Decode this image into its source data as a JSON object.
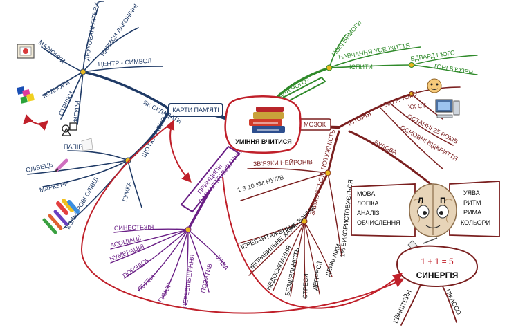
{
  "center": {
    "label": "УМІННЯ ВЧИТИСЯ"
  },
  "colors": {
    "navy": "#1f3a66",
    "green": "#2f8a2a",
    "maroon": "#7a1f1f",
    "purple": "#6a1f86",
    "red": "#c0202a",
    "node": "#e8b820"
  },
  "karty": {
    "label": "КАРТИ ПАМ'ЯТІ",
    "scho_potribno": {
      "label": "ЩО ПОТРІБНО",
      "items": [
        "ПАПІР",
        "ОЛІВЕЦЬ",
        "МАРКЕРИ",
        "КОЛЬОРОВІ ОЛІВЦІ",
        "ГУМКА"
      ]
    },
    "yak_skladaty": {
      "label": "ЯК СКЛАДАТИ",
      "items": [
        "ДРУКОВАНІ ЛІТЕРИ",
        "НАПИСИ ЛАКОНІЧНІ",
        "ЦЕНТР - СИМВОЛ",
        "МАЛЮНКИ",
        "КОЛЬОРИ",
        "СТРІЛКИ",
        "ФІГУРИ"
      ]
    }
  },
  "dlia_choho": {
    "label": "ДЛЯ ЧОГО?",
    "items": [
      "НОВІ ВИМОГИ",
      "НАВЧАННЯ УСЕ ЖИТТЯ",
      "ІСПИТИ",
      "ЕДВАРД Г'ЮГС",
      "ТОНІ Б'ЮЗЕН"
    ]
  },
  "mozok": {
    "label": "МОЗОК",
    "istoriia": {
      "label": "ІСТОРІЯ",
      "items": [
        "500 Р. ТОМУ",
        "XX СТ.",
        "ОСТАННІ 25 РОКІВ",
        "ОСНОВНІ ВІДКРИТТЯ"
      ]
    },
    "potuzhnist": {
      "label": "ПОТУЖНІСТЬ",
      "items": [
        "ЗВ'ЯЗКИ НЕЙРОНІВ",
        "1 З 10 КМ НУЛІВ"
      ]
    },
    "znyzhuietsia": {
      "label": "ЗНИЖУЄТЬСЯ",
      "items": [
        "ПЕРЕВАНТАЖЕННЯ",
        "НЕПРАВИЛЬНЕ ХАРЧУВАННЯ",
        "НЕДОСИПАННЯ",
        "БЕЗДІЯЛЬНІСТЬ",
        "СТРЕСИ",
        "ДЕПРЕСІЇ",
        "ДЕЯКІ ЛІКИ",
        "1% ВИКОРИСТОВУЄТЬСЯ"
      ]
    },
    "budova": {
      "label": "БУДОВА",
      "left_label": "Л",
      "right_label": "П",
      "left_items": [
        "МОВА",
        "ЛОГІКА",
        "АНАЛІЗ",
        "ОБЧИСЛЕННЯ"
      ],
      "right_items": [
        "УЯВА",
        "РИТМ",
        "РИМА",
        "КОЛЬОРИ"
      ]
    }
  },
  "synerhiia": {
    "equation": "1 + 1 = 5",
    "label": "СИНЕРГІЯ",
    "items": [
      "ЕЙНШТЕЙН",
      "ПІКАССО"
    ]
  },
  "pryntsypy": {
    "label_line1": "ПРИНЦИПИ",
    "label_line2": "ЗАПАМ'ЯТОВУВАННЯ",
    "items": [
      "СИНЕСТЕЗІЯ",
      "АСОЦІАЦІЇ",
      "НУМЕРАЦІЯ",
      "ПОРЯДОК",
      "ЛОГІКА",
      "ГУМОР",
      "ПЕРЕБІЛЬШЕННЯ",
      "ПОЗИТИВ",
      "УЯВА"
    ]
  }
}
